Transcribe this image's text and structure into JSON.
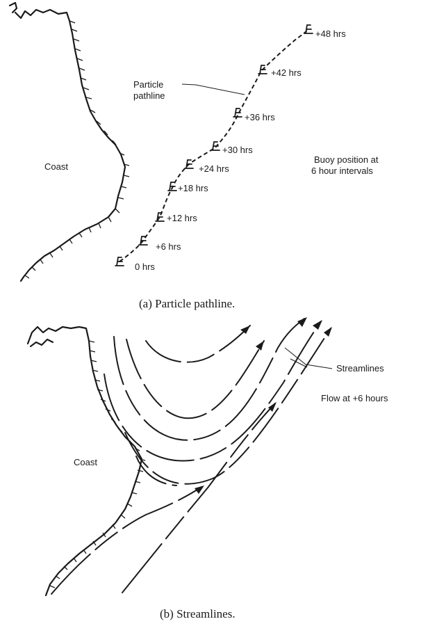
{
  "panel_a": {
    "coast_label": "Coast",
    "pathline_label_line1": "Particle",
    "pathline_label_line2": "pathline",
    "buoy_note_line1": "Buoy position at",
    "buoy_note_line2": "6 hour intervals",
    "buoys": [
      "0 hrs",
      "+6 hrs",
      "+12 hrs",
      "+18 hrs",
      "+24 hrs",
      "+30 hrs",
      "+36 hrs",
      "+42 hrs",
      "+48 hrs"
    ],
    "caption": "(a)  Particle pathline."
  },
  "panel_b": {
    "coast_label": "Coast",
    "streamlines_label": "Streamlines",
    "flow_note": "Flow at +6 hours",
    "caption": "(b)  Streamlines."
  }
}
